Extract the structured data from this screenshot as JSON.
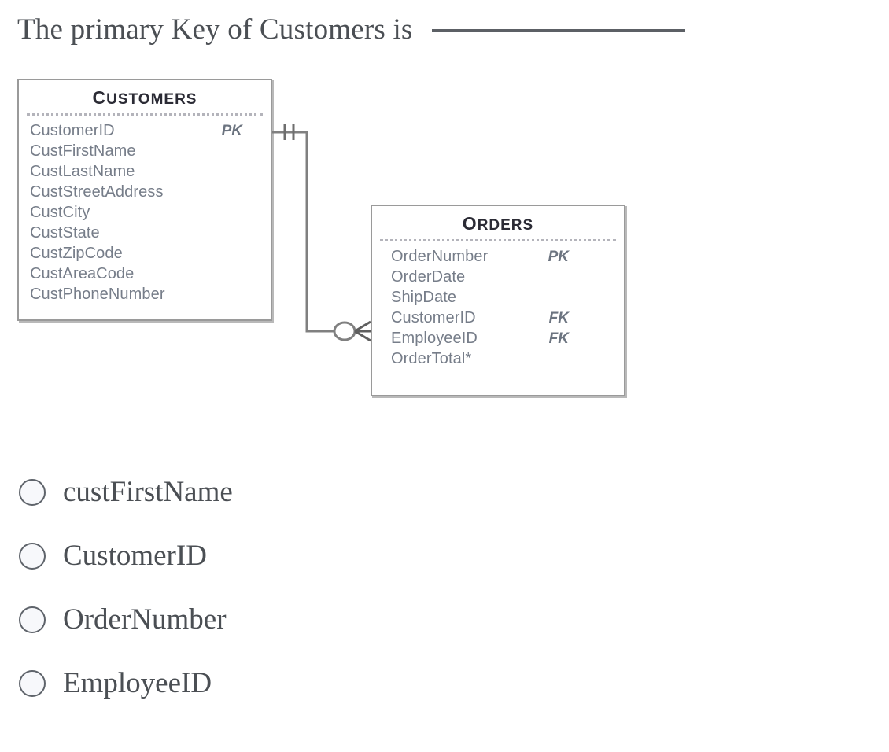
{
  "question": {
    "text": "The primary Key of Customers is",
    "blank": ""
  },
  "diagram": {
    "type": "entity-relationship-diagram",
    "entities": [
      {
        "id": "customers",
        "title_first": "C",
        "title_rest": "USTOMERS",
        "title": "CUSTOMERS",
        "attributes": [
          {
            "name": "CustomerID",
            "key": "PK"
          },
          {
            "name": "CustFirstName",
            "key": ""
          },
          {
            "name": "CustLastName",
            "key": ""
          },
          {
            "name": "CustStreetAddress",
            "key": ""
          },
          {
            "name": "CustCity",
            "key": ""
          },
          {
            "name": "CustState",
            "key": ""
          },
          {
            "name": "CustZipCode",
            "key": ""
          },
          {
            "name": "CustAreaCode",
            "key": ""
          },
          {
            "name": "CustPhoneNumber",
            "key": ""
          }
        ]
      },
      {
        "id": "orders",
        "title_first": "O",
        "title_rest": "RDERS",
        "title": "ORDERS",
        "attributes": [
          {
            "name": "OrderNumber",
            "key": "PK"
          },
          {
            "name": "OrderDate",
            "key": ""
          },
          {
            "name": "ShipDate",
            "key": ""
          },
          {
            "name": "CustomerID",
            "key": "FK"
          },
          {
            "name": "EmployeeID",
            "key": "FK"
          },
          {
            "name": "OrderTotal*",
            "key": ""
          }
        ]
      }
    ],
    "relationship": {
      "from": "CUSTOMERS",
      "to": "ORDERS",
      "from_cardinality": "one-and-only-one",
      "to_cardinality": "zero-or-many",
      "line_color": "#808080"
    }
  },
  "answers": {
    "selected": null,
    "options": [
      {
        "id": "option-a",
        "label": "custFirstName"
      },
      {
        "id": "option-b",
        "label": "CustomerID"
      },
      {
        "id": "option-c",
        "label": "OrderNumber"
      },
      {
        "id": "option-d",
        "label": "EmployeeID"
      }
    ]
  },
  "colors": {
    "text": "#4b4f54",
    "attribute_text": "#767d89",
    "entity_border": "#9a9a9a",
    "connector": "#808080",
    "radio_border": "#5f646b",
    "radio_fill": "#f7f8fb"
  }
}
